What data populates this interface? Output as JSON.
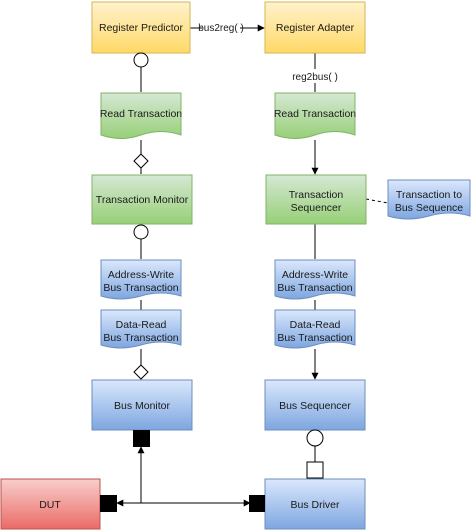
{
  "colors": {
    "yellow_fill": "#ffd966",
    "yellow_stroke": "#d6b656",
    "green_fill": "#9fd48a",
    "green_stroke": "#82b366",
    "blue_fill": "#a9c8ec",
    "blue_stroke": "#6c8ebf",
    "red_fill": "#f08080",
    "red_stroke": "#b85450",
    "line": "#000000"
  },
  "nodes": {
    "register_predictor": "Register Predictor",
    "register_adapter": "Register Adapter",
    "read_transaction_left": "Read Transaction",
    "read_transaction_right": "Read Transaction",
    "transaction_monitor": "Transaction Monitor",
    "transaction_sequencer": [
      "Transaction",
      "Sequencer"
    ],
    "transaction_to_bus_sequence": [
      "Transaction to",
      "Bus Sequence"
    ],
    "address_write_left": [
      "Address-Write",
      "Bus Transaction"
    ],
    "address_write_right": [
      "Address-Write",
      "Bus Transaction"
    ],
    "data_read_left": [
      "Data-Read",
      "Bus Transaction"
    ],
    "data_read_right": [
      "Data-Read",
      "Bus Transaction"
    ],
    "bus_monitor": "Bus Monitor",
    "bus_sequencer": "Bus Sequencer",
    "bus_driver": "Bus Driver",
    "dut": "DUT"
  },
  "edges": {
    "bus2reg": "bus2reg( )",
    "reg2bus": "reg2bus( )"
  }
}
